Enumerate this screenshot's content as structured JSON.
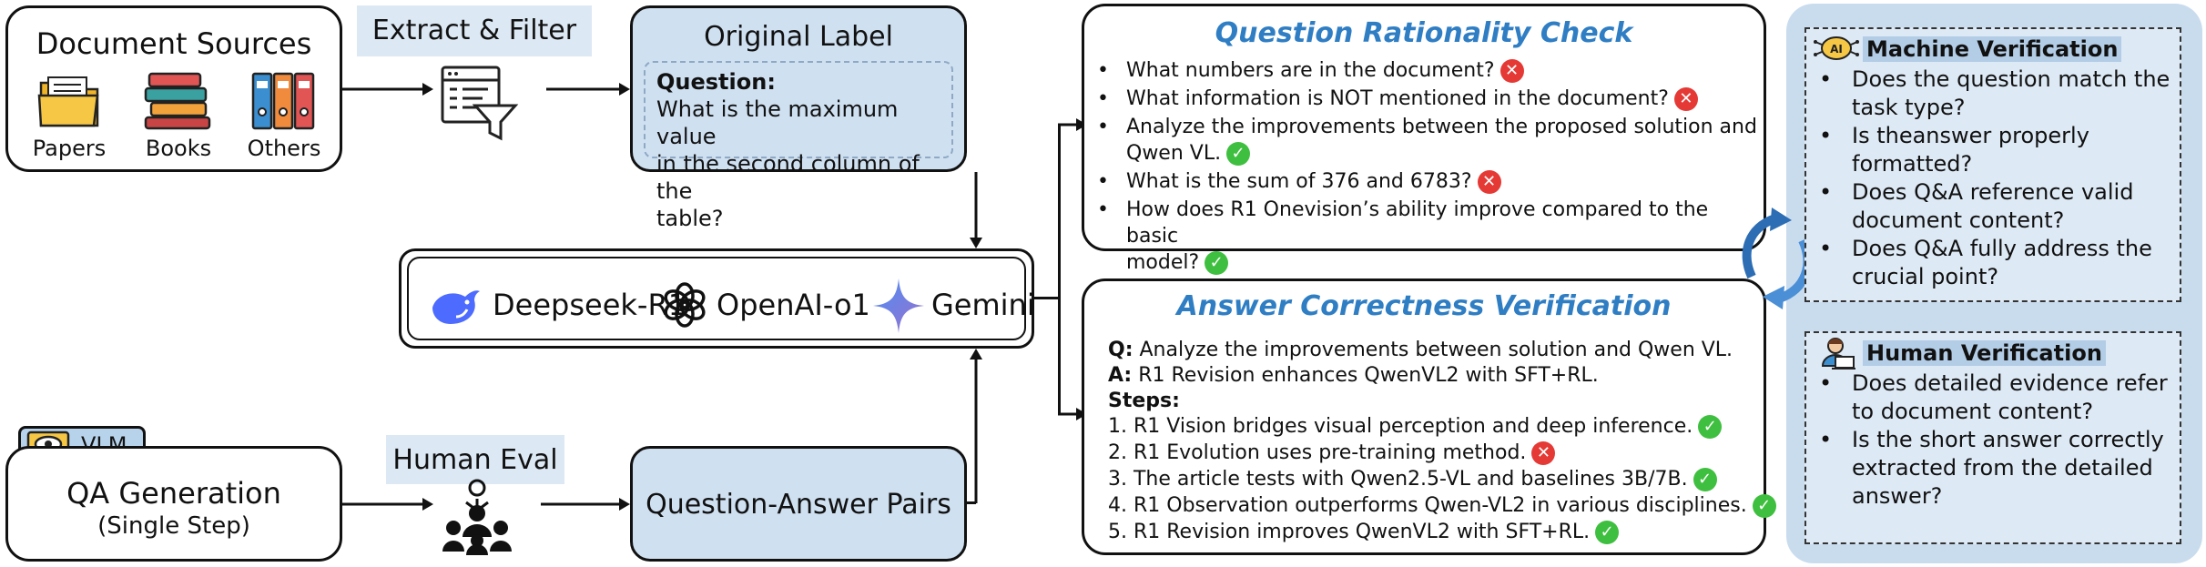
{
  "sources": {
    "title": "Document Sources",
    "items": [
      {
        "label": "Papers",
        "icon": "folder-icon"
      },
      {
        "label": "Books",
        "icon": "books-icon"
      },
      {
        "label": "Others",
        "icon": "binders-icon"
      }
    ]
  },
  "extract": {
    "label": "Extract & Filter",
    "icon": "filter-table-icon"
  },
  "original_label": {
    "title": "Original Label",
    "question_label": "Question:",
    "question_text": [
      "What is the maximum value",
      "in the second column of the",
      "table?"
    ]
  },
  "models": [
    {
      "name": "Deepseek-R1",
      "icon": "whale-icon"
    },
    {
      "name": "OpenAI-o1",
      "icon": "openai-icon"
    },
    {
      "name": "Gemini",
      "icon": "sparkle-icon"
    }
  ],
  "vlm": {
    "tag": "VLM",
    "title": "QA Generation",
    "subtitle": "(Single Step)"
  },
  "human_eval": {
    "label": "Human Eval",
    "icon": "team-icon"
  },
  "qa_pairs": {
    "label": "Question-Answer Pairs"
  },
  "rationality": {
    "title": "Question Rationality Check",
    "items": [
      {
        "lines": [
          "What numbers are in the document?"
        ],
        "ok": false
      },
      {
        "lines": [
          "What information is NOT mentioned in the document?"
        ],
        "ok": false
      },
      {
        "lines": [
          "Analyze the improvements between the proposed solution and",
          "Qwen VL."
        ],
        "ok": true
      },
      {
        "lines": [
          "What is the sum of 376 and 6783?"
        ],
        "ok": false
      },
      {
        "lines": [
          "How does R1 Onevision’s ability improve compared to the basic",
          "model?"
        ],
        "ok": true
      }
    ]
  },
  "correctness": {
    "title": "Answer Correctness Verification",
    "q_label": "Q:",
    "q_text": " Analyze the improvements between solution and Qwen VL.",
    "a_label": "A:",
    "a_text": " R1 Revision enhances QwenVL2 with SFT+RL.",
    "steps_label": "Steps:",
    "steps": [
      {
        "text": "1. R1 Vision bridges visual perception and deep inference.",
        "ok": true
      },
      {
        "text": "2. R1 Evolution uses pre-training method.",
        "ok": false
      },
      {
        "text": "3. The article tests with Qwen2.5-VL and baselines 3B/7B.",
        "ok": true
      },
      {
        "text": "4. R1 Observation outperforms Qwen-VL2 in various disciplines.",
        "ok": true
      },
      {
        "text": "5. R1 Revision improves QwenVL2 with SFT+RL.",
        "ok": true
      }
    ]
  },
  "machine_verification": {
    "title": "Machine Verification",
    "icon": "robot-brain-icon",
    "items": [
      "Does the question match the task type?",
      "Is theanswer properly formatted?",
      "Does Q&A reference valid document content?",
      "Does Q&A fully address the crucial point?"
    ]
  },
  "human_verification": {
    "title": "Human Verification",
    "icon": "person-laptop-icon",
    "items": [
      "Does detailed evidence refer to document content?",
      "Is the short answer correctly extracted from the detailed answer?"
    ]
  },
  "marks": {
    "ok": "✓",
    "no": "✕"
  },
  "colors": {
    "accent_blue": "#2f7ec4",
    "panel_blue": "#cfe0f1",
    "ok_green": "#3fbf3f",
    "no_red": "#e53935"
  }
}
